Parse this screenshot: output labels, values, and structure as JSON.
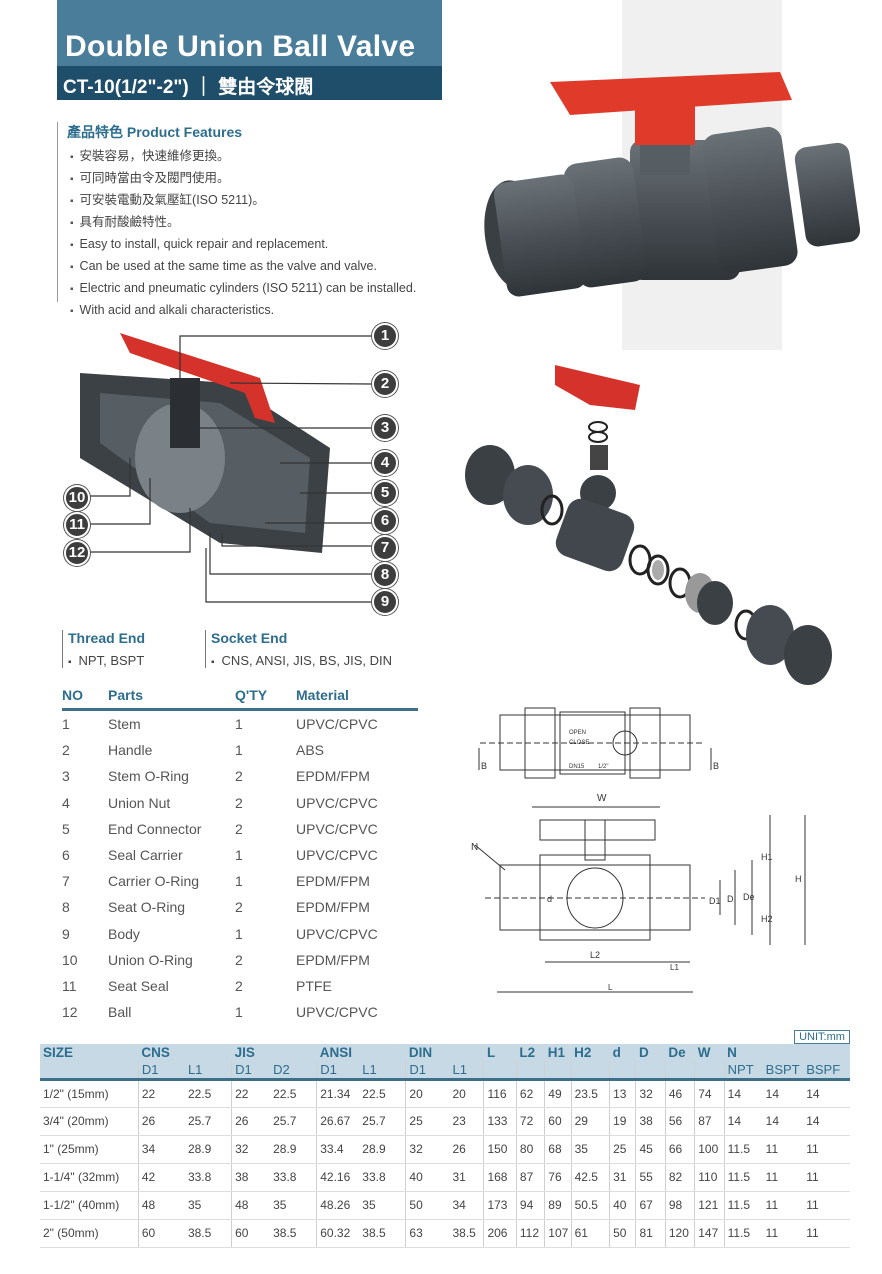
{
  "header": {
    "title": "Double Union Ball Valve",
    "subtitle": "CT-10(1/2\"-2\")  ｜ 雙由令球閥"
  },
  "features": {
    "heading_zh": "產品特色",
    "heading_en": "Product Features",
    "items": [
      "安裝容易，快速維修更換。",
      "可同時當由令及閥門使用。",
      "可安裝電動及氣壓缸(ISO 5211)。",
      "具有耐酸鹼特性。",
      "Easy to install, quick repair and replacement.",
      "Can be used at the same time as the valve and valve.",
      "Electric and pneumatic cylinders (ISO 5211) can be installed.",
      "With acid and alkali characteristics."
    ]
  },
  "callouts": [
    "1",
    "2",
    "3",
    "4",
    "5",
    "6",
    "7",
    "8",
    "9",
    "10",
    "11",
    "12"
  ],
  "thread_end": {
    "heading": "Thread End",
    "value": "NPT, BSPT"
  },
  "socket_end": {
    "heading": "Socket End",
    "value": "CNS,  ANSI, JIS, BS, JIS, DIN"
  },
  "parts": {
    "headers": [
      "NO",
      "Parts",
      "Q'TY",
      "Material"
    ],
    "rows": [
      [
        "1",
        "Stem",
        "1",
        "UPVC/CPVC"
      ],
      [
        "2",
        "Handle",
        "1",
        "ABS"
      ],
      [
        "3",
        "Stem O-Ring",
        "2",
        "EPDM/FPM"
      ],
      [
        "4",
        "Union Nut",
        "2",
        "UPVC/CPVC"
      ],
      [
        "5",
        "End Connector",
        "2",
        "UPVC/CPVC"
      ],
      [
        "6",
        "Seal Carrier",
        "1",
        "UPVC/CPVC"
      ],
      [
        "7",
        "Carrier O-Ring",
        "1",
        "EPDM/FPM"
      ],
      [
        "8",
        "Seat O-Ring",
        "2",
        "EPDM/FPM"
      ],
      [
        "9",
        "Body",
        "1",
        "UPVC/CPVC"
      ],
      [
        "10",
        "Union O-Ring",
        "2",
        "EPDM/FPM"
      ],
      [
        "11",
        "Seat Seal",
        "2",
        "PTFE"
      ],
      [
        "12",
        "Ball",
        "1",
        "UPVC/CPVC"
      ]
    ]
  },
  "tech_labels": {
    "w": "W",
    "n": "N",
    "b_left": "B",
    "b_right": "B",
    "d": "d",
    "d1": "D1",
    "D": "D",
    "de": "De",
    "h1": "H1",
    "h2": "H2",
    "h": "H",
    "l2": "L2",
    "l1": "L1",
    "l": "L",
    "open": "OPEN",
    "close": "CLOSE",
    "dn": "DN15",
    "size": "1/2\""
  },
  "unit": "UNIT:mm",
  "spec": {
    "groups": [
      "SIZE",
      "CNS",
      "",
      "JIS",
      "",
      "ANSI",
      "",
      "DIN",
      "",
      "L",
      "L2",
      "H1",
      "H2",
      "d",
      "D",
      "De",
      "W",
      "N",
      "",
      ""
    ],
    "subs": [
      "",
      "D1",
      "L1",
      "D1",
      "D2",
      "D1",
      "L1",
      "D1",
      "L1",
      "",
      "",
      "",
      "",
      "",
      "",
      "",
      "",
      "NPT",
      "BSPT",
      "BSPF"
    ],
    "rows": [
      [
        "1/2\"  (15mm)",
        "22",
        "22.5",
        "22",
        "22.5",
        "21.34",
        "22.5",
        "20",
        "20",
        "116",
        "62",
        "49",
        "23.5",
        "13",
        "32",
        "46",
        "74",
        "14",
        "14",
        "14"
      ],
      [
        "3/4\"  (20mm)",
        "26",
        "25.7",
        "26",
        "25.7",
        "26.67",
        "25.7",
        "25",
        "23",
        "133",
        "72",
        "60",
        "29",
        "19",
        "38",
        "56",
        "87",
        "14",
        "14",
        "14"
      ],
      [
        "1\"  (25mm)",
        "34",
        "28.9",
        "32",
        "28.9",
        "33.4",
        "28.9",
        "32",
        "26",
        "150",
        "80",
        "68",
        "35",
        "25",
        "45",
        "66",
        "100",
        "11.5",
        "11",
        "11"
      ],
      [
        "1-1/4\" (32mm)",
        "42",
        "33.8",
        "38",
        "33.8",
        "42.16",
        "33.8",
        "40",
        "31",
        "168",
        "87",
        "76",
        "42.5",
        "31",
        "55",
        "82",
        "110",
        "11.5",
        "11",
        "11"
      ],
      [
        "1-1/2\" (40mm)",
        "48",
        "35",
        "48",
        "35",
        "48.26",
        "35",
        "50",
        "34",
        "173",
        "94",
        "89",
        "50.5",
        "40",
        "67",
        "98",
        "121",
        "11.5",
        "11",
        "11"
      ],
      [
        "2\"  (50mm)",
        "60",
        "38.5",
        "60",
        "38.5",
        "60.32",
        "38.5",
        "63",
        "38.5",
        "206",
        "112",
        "107",
        "61",
        "50",
        "81",
        "120",
        "147",
        "11.5",
        "11",
        "11"
      ]
    ]
  }
}
